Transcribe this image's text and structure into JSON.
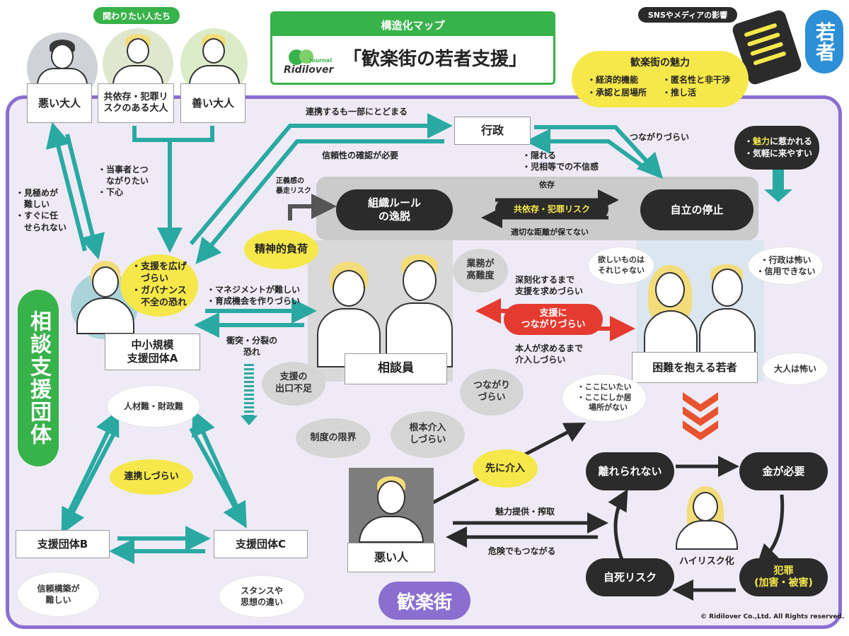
{
  "header": {
    "map_label": "構造化マップ",
    "title": "「歓楽街の若者支援」",
    "logo_text": "Ridilover",
    "logo_sub": "Journal"
  },
  "top_left": {
    "group_label": "関わりたい人たち",
    "bad_adult": "悪い大人",
    "codep_adult": "共依存・犯罪リ\nスクのある大人",
    "good_adult": "善い大人"
  },
  "media": {
    "label": "SNSやメディアの影響",
    "youth_badge": "若者",
    "appeal_title": "歓楽街の魅力",
    "appeal_items": [
      "・経済的機能",
      "・匿名性と非干渉",
      "・承認と居場所",
      "・推し活"
    ],
    "attracted_prefix": "・",
    "attracted_highlight": "魅力",
    "attracted_line1_rest": "に惹かれる",
    "attracted_line2": "・気軽に来やすい"
  },
  "government": {
    "label": "行政",
    "note_partial_link": "連携するも一部にとどまる",
    "note_trust_check": "信頼性の確認が必要",
    "note_hard_connect": "つながりづらい",
    "note_hiding": "・隠れる\n・児相等での不信感"
  },
  "org_band": {
    "justice_note": "正義感の\n暴走リスク",
    "rule_deviation": "組織ルール\nの逸脱",
    "dependence": "依存",
    "codep_risk": "共依存・犯罪リスク",
    "distance_note": "適切な距離が保てない",
    "stop_independence": "自立の停止"
  },
  "counselor": {
    "mental_burden": "精神的負荷",
    "duties_difficult": "業務が\n高難度",
    "label": "相談員",
    "seek_late": "深刻化するまで\n支援を求めづらい",
    "hard_connect_support": "支援に\nつながりづらい",
    "intervene_late": "本人が求めるまで\n介入しづらい"
  },
  "youth": {
    "label": "困難を抱える若者",
    "want_not_that": "欲しいものは\nそれじゃない",
    "gov_scary": "・行政は怖い\n・信用できない",
    "adults_scary": "大人は怖い",
    "want_here": "・ここにいたい\n・ここにしか居\n　場所がない"
  },
  "support_orgs": {
    "section_label": "相談支援団体",
    "small_org_a": "中小規模\n支援団体A",
    "org_b": "支援団体B",
    "org_c": "支援団体C",
    "judge_note": "・見極めが\n　難しい\n・すぐに任\n　せられない",
    "want_connect_note": "・当事者とつ\n　ながりたい\n・下心",
    "fear_expand": "・支援を広げ\n　づらい\n・ガバナンス\n　不全の恐れ",
    "management_note": "・マネジメントが難しい\n・育成機会を作りづらい",
    "conflict_note": "衝突・分裂の\n恐れ",
    "talent_shortage": "人材難・財政難",
    "hard_collab": "連携しづらい",
    "trust_building": "信頼構築が\n難しい",
    "stance_diff": "スタンスや\n思想の違い"
  },
  "issues": {
    "no_exit": "支援の\n出口不足",
    "system_limit": "制度の限界",
    "hard_connect": "つながり\nづらい",
    "hard_intervene": "根本介入\nしづらい"
  },
  "nightlife": {
    "section_label": "歓楽街",
    "bad_person": "悪い人",
    "intervene_first": "先に介入",
    "appeal_exploit": "魅力提供・搾取",
    "dangerous_connect": "危険でもつながる"
  },
  "cycle": {
    "cant_leave": "離れられない",
    "need_money": "金が必要",
    "high_risk": "ハイリスク化",
    "self_harm": "自死リスク",
    "crime": "犯罪\n(加害・被害)"
  },
  "copyright": "© Ridilover Co.,Ltd. All Rights reserved.",
  "colors": {
    "purple": "#8a6fd1",
    "teal": "#2aa9a3",
    "green": "#38b24a",
    "yellow": "#f6e84a",
    "red": "#e53a2f",
    "dark": "#2b2b2b",
    "youth_blue": "#2d8fd6"
  }
}
